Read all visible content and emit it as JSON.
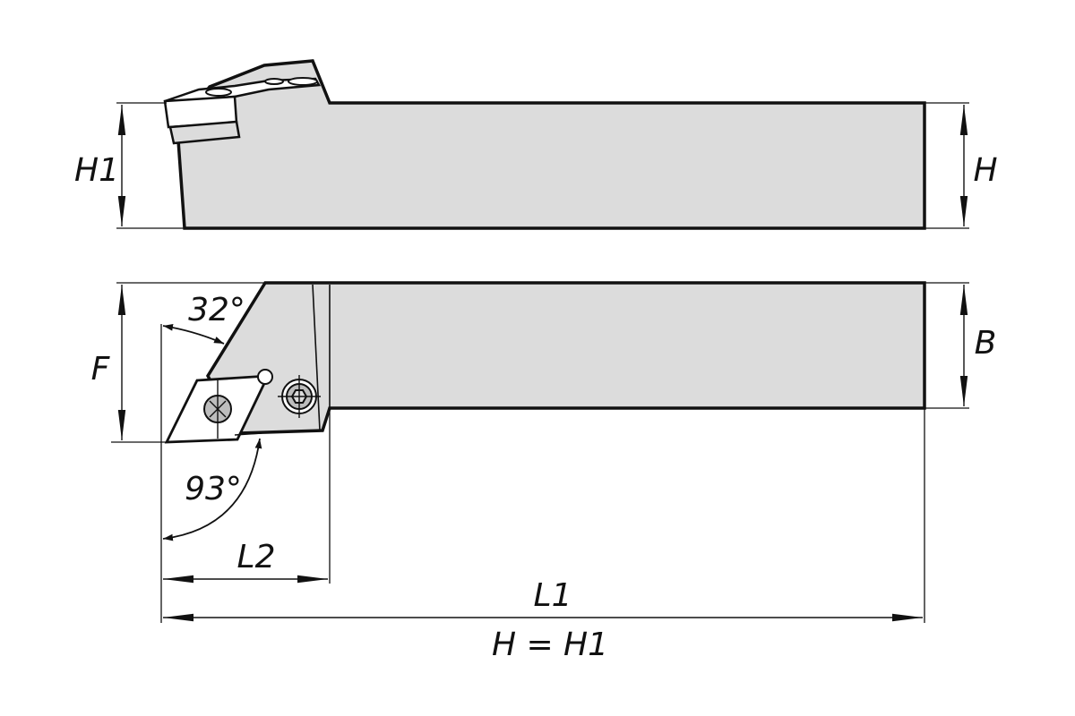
{
  "labels": {
    "h1": "H1",
    "h": "H",
    "b": "B",
    "f": "F",
    "angle_top": "32°",
    "angle_bottom": "93°",
    "l2": "L2",
    "l1": "L1",
    "note": "H = H1"
  },
  "colors": {
    "body_fill": "#dcdcdc",
    "outline": "#111111",
    "background": "#ffffff"
  }
}
